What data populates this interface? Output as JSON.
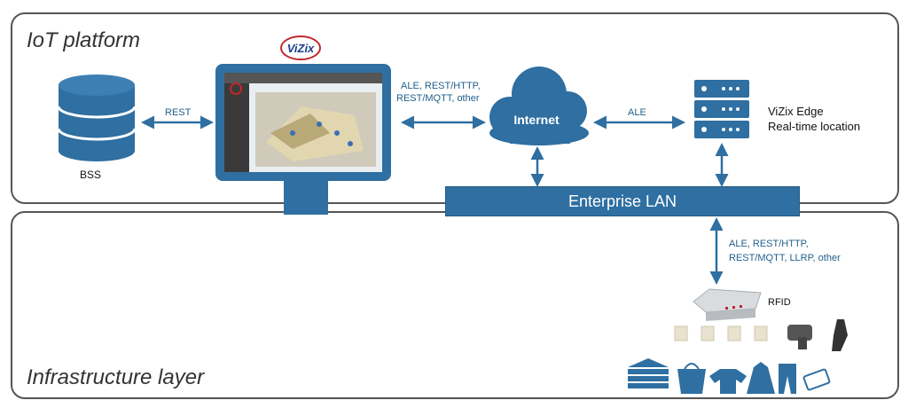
{
  "panels": {
    "iot_title": "IoT platform",
    "infra_title": "Infrastructure layer"
  },
  "nodes": {
    "bss_label": "BSS",
    "vizix_logo": "ViZix",
    "internet_label": "Internet",
    "edge_line1": "ViZix Edge",
    "edge_line2": "Real-time location",
    "lan_label": "Enterprise LAN",
    "rfid_label": "RFID"
  },
  "connections": {
    "bss_monitor": "REST",
    "monitor_internet_line1": "ALE, REST/HTTP,",
    "monitor_internet_line2": "REST/MQTT, other",
    "internet_edge": "ALE",
    "lan_rfid_line1": "ALE, REST/HTTP,",
    "lan_rfid_line2": "REST/MQTT, LLRP, other"
  },
  "colors": {
    "primary_blue": "#2f6fa1",
    "border_gray": "#555555",
    "label_blue": "#1f5f8b"
  },
  "icons": [
    "database-icon",
    "monitor-icon",
    "cloud-icon",
    "server-icon",
    "rfid-reader-icon",
    "rfid-tag-icon",
    "scanner-icon",
    "apparel-icon"
  ]
}
